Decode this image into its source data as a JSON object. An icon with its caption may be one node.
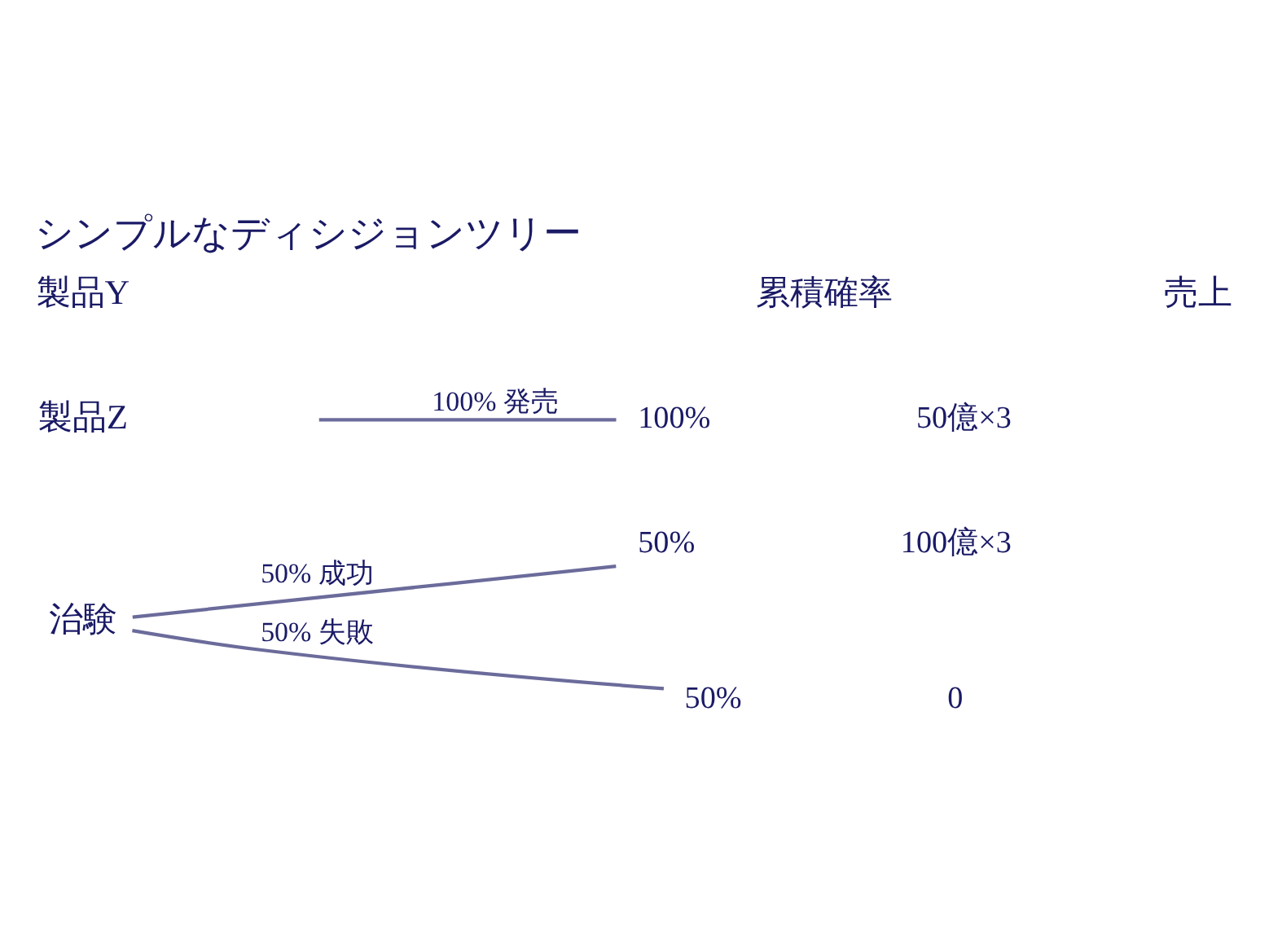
{
  "diagram": {
    "title": "シンプルなディシジョンツリー",
    "nodes": [
      {
        "text": [
          "治験"
        ]
      },
      {
        "text": [
          "50%"
        ],
        "beside": [
          "100億×3"
        ]
      },
      {
        "text": [
          "50%"
        ],
        "beside": [
          "0"
        ]
      },
      {
        "text": [
          "100%"
        ],
        "beside": [
          "50億×3"
        ]
      }
    ],
    "edges": [
      {
        "from": 0,
        "to": 1,
        "arrow": "none",
        "label": "50% 成功"
      },
      {
        "from": 0,
        "to": 2,
        "arrow": "none",
        "label": "50% 失敗"
      },
      {
        "from": null,
        "to": 3,
        "arrow": "none",
        "label": "100% 発売"
      }
    ],
    "labels": [
      "累積確率",
      "売上",
      "製品Y",
      "製品Z"
    ]
  }
}
